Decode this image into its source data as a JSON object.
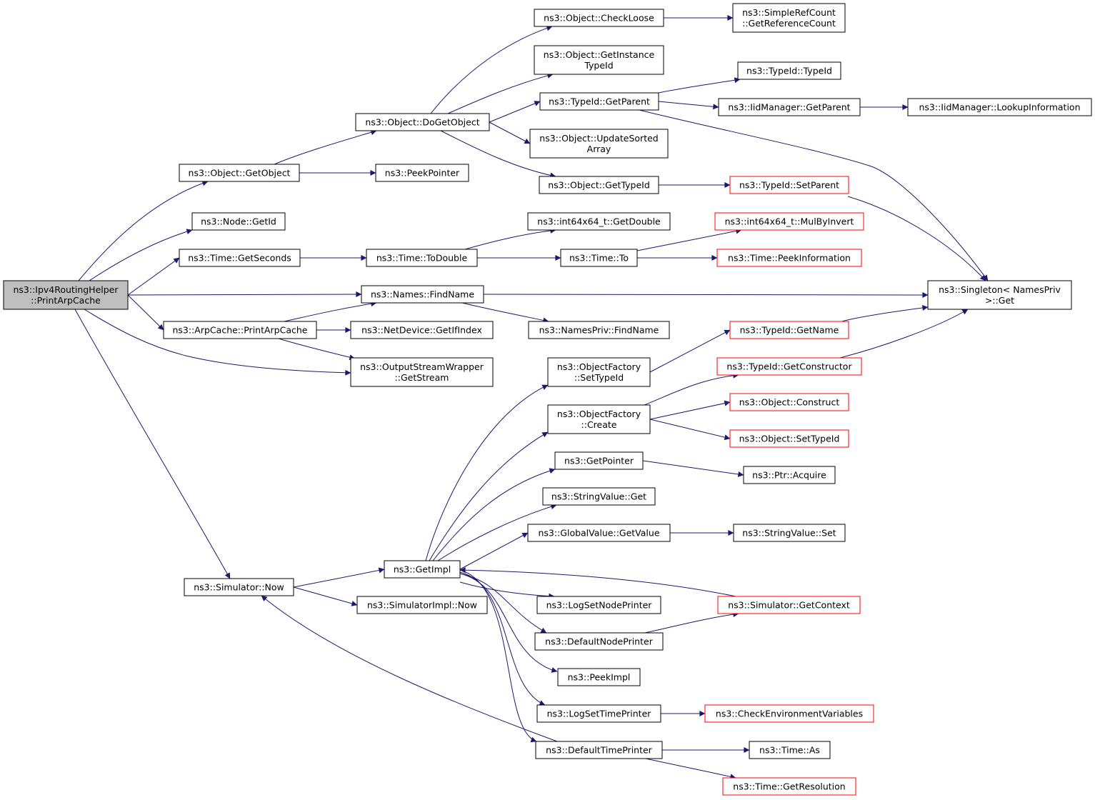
{
  "diagram": {
    "type": "call-graph",
    "colors": {
      "edge": "#191970",
      "node_border": "#000000",
      "node_border_truncated": "#ff0000",
      "root_fill": "#bfbfbf",
      "node_fill": "#ffffff"
    },
    "nodes": {
      "n0": {
        "lines": [
          "ns3::Ipv4RoutingHelper",
          "::PrintArpCache"
        ],
        "style": "root"
      },
      "n1": {
        "lines": [
          "ns3::Object::GetObject"
        ]
      },
      "n2": {
        "lines": [
          "ns3::Node::GetId"
        ]
      },
      "n3": {
        "lines": [
          "ns3::Time::GetSeconds"
        ]
      },
      "n4": {
        "lines": [
          "ns3::Names::FindName"
        ]
      },
      "n5": {
        "lines": [
          "ns3::ArpCache::PrintArpCache"
        ]
      },
      "n6": {
        "lines": [
          "ns3::OutputStreamWrapper",
          "::GetStream"
        ]
      },
      "n7": {
        "lines": [
          "ns3::Simulator::Now"
        ]
      },
      "n8": {
        "lines": [
          "ns3::Object::DoGetObject"
        ]
      },
      "n9": {
        "lines": [
          "ns3::PeekPointer"
        ]
      },
      "n10": {
        "lines": [
          "ns3::Time::ToDouble"
        ]
      },
      "n11": {
        "lines": [
          "ns3::NetDevice::GetIfIndex"
        ]
      },
      "n12": {
        "lines": [
          "ns3::GetImpl"
        ]
      },
      "n13": {
        "lines": [
          "ns3::SimulatorImpl::Now"
        ]
      },
      "n14": {
        "lines": [
          "ns3::Object::CheckLoose"
        ]
      },
      "n15": {
        "lines": [
          "ns3::Object::GetInstance",
          "TypeId"
        ]
      },
      "n16": {
        "lines": [
          "ns3::TypeId::GetParent"
        ]
      },
      "n17": {
        "lines": [
          "ns3::Object::UpdateSorted",
          "Array"
        ]
      },
      "n18": {
        "lines": [
          "ns3::Object::GetTypeId"
        ]
      },
      "n19": {
        "lines": [
          "ns3::int64x64_t::GetDouble"
        ]
      },
      "n20": {
        "lines": [
          "ns3::Time::To"
        ]
      },
      "n21": {
        "lines": [
          "ns3::NamesPriv::FindName"
        ]
      },
      "n22": {
        "lines": [
          "ns3::ObjectFactory",
          "::SetTypeId"
        ]
      },
      "n23": {
        "lines": [
          "ns3::ObjectFactory",
          "::Create"
        ]
      },
      "n24": {
        "lines": [
          "ns3::GetPointer"
        ]
      },
      "n25": {
        "lines": [
          "ns3::StringValue::Get"
        ]
      },
      "n26": {
        "lines": [
          "ns3::GlobalValue::GetValue"
        ]
      },
      "n27": {
        "lines": [
          "ns3::LogSetNodePrinter"
        ]
      },
      "n28": {
        "lines": [
          "ns3::DefaultNodePrinter"
        ]
      },
      "n29": {
        "lines": [
          "ns3::PeekImpl"
        ]
      },
      "n30": {
        "lines": [
          "ns3::LogSetTimePrinter"
        ]
      },
      "n31": {
        "lines": [
          "ns3::DefaultTimePrinter"
        ]
      },
      "n32": {
        "lines": [
          "ns3::SimpleRefCount",
          "::GetReferenceCount"
        ]
      },
      "n33": {
        "lines": [
          "ns3::TypeId::TypeId"
        ]
      },
      "n34": {
        "lines": [
          "ns3::IidManager::GetParent"
        ]
      },
      "n35": {
        "lines": [
          "ns3::TypeId::SetParent"
        ],
        "style": "red"
      },
      "n36": {
        "lines": [
          "ns3::int64x64_t::MulByInvert"
        ],
        "style": "red"
      },
      "n37": {
        "lines": [
          "ns3::Time::PeekInformation"
        ],
        "style": "red"
      },
      "n38": {
        "lines": [
          "ns3::TypeId::GetName"
        ],
        "style": "red"
      },
      "n39": {
        "lines": [
          "ns3::TypeId::GetConstructor"
        ],
        "style": "red"
      },
      "n40": {
        "lines": [
          "ns3::Object::Construct"
        ],
        "style": "red"
      },
      "n41": {
        "lines": [
          "ns3::Object::SetTypeId"
        ],
        "style": "red"
      },
      "n42": {
        "lines": [
          "ns3::Ptr::Acquire"
        ]
      },
      "n43": {
        "lines": [
          "ns3::StringValue::Set"
        ]
      },
      "n44": {
        "lines": [
          "ns3::Simulator::GetContext"
        ],
        "style": "red"
      },
      "n45": {
        "lines": [
          "ns3::CheckEnvironmentVariables"
        ],
        "style": "red"
      },
      "n46": {
        "lines": [
          "ns3::Time::As"
        ]
      },
      "n47": {
        "lines": [
          "ns3::Time::GetResolution"
        ],
        "style": "red"
      },
      "n48": {
        "lines": [
          "ns3::IidManager::LookupInformation"
        ]
      },
      "n49": {
        "lines": [
          "ns3::Singleton< NamesPriv",
          ">::Get"
        ]
      }
    },
    "edges": [
      [
        "n0",
        "n1"
      ],
      [
        "n0",
        "n2"
      ],
      [
        "n0",
        "n3"
      ],
      [
        "n0",
        "n4"
      ],
      [
        "n0",
        "n5"
      ],
      [
        "n0",
        "n6"
      ],
      [
        "n0",
        "n7"
      ],
      [
        "n1",
        "n8"
      ],
      [
        "n1",
        "n9"
      ],
      [
        "n8",
        "n14"
      ],
      [
        "n8",
        "n15"
      ],
      [
        "n8",
        "n16"
      ],
      [
        "n8",
        "n17"
      ],
      [
        "n8",
        "n18"
      ],
      [
        "n14",
        "n32"
      ],
      [
        "n16",
        "n33"
      ],
      [
        "n16",
        "n34"
      ],
      [
        "n16",
        "n49"
      ],
      [
        "n34",
        "n48"
      ],
      [
        "n18",
        "n35"
      ],
      [
        "n35",
        "n49"
      ],
      [
        "n3",
        "n10"
      ],
      [
        "n10",
        "n19"
      ],
      [
        "n10",
        "n20"
      ],
      [
        "n20",
        "n36"
      ],
      [
        "n20",
        "n37"
      ],
      [
        "n4",
        "n49"
      ],
      [
        "n4",
        "n21"
      ],
      [
        "n5",
        "n4"
      ],
      [
        "n5",
        "n11"
      ],
      [
        "n5",
        "n6"
      ],
      [
        "n7",
        "n12"
      ],
      [
        "n7",
        "n13"
      ],
      [
        "n12",
        "n22"
      ],
      [
        "n12",
        "n23"
      ],
      [
        "n12",
        "n24"
      ],
      [
        "n12",
        "n25"
      ],
      [
        "n12",
        "n26"
      ],
      [
        "n12",
        "n27"
      ],
      [
        "n12",
        "n28"
      ],
      [
        "n12",
        "n29"
      ],
      [
        "n12",
        "n30"
      ],
      [
        "n12",
        "n31"
      ],
      [
        "n22",
        "n38"
      ],
      [
        "n38",
        "n49"
      ],
      [
        "n23",
        "n39"
      ],
      [
        "n23",
        "n40"
      ],
      [
        "n23",
        "n41"
      ],
      [
        "n39",
        "n49"
      ],
      [
        "n24",
        "n42"
      ],
      [
        "n26",
        "n43"
      ],
      [
        "n44",
        "n12"
      ],
      [
        "n28",
        "n44"
      ],
      [
        "n30",
        "n45"
      ],
      [
        "n31",
        "n46"
      ],
      [
        "n31",
        "n47"
      ],
      [
        "n31",
        "n7"
      ]
    ]
  }
}
